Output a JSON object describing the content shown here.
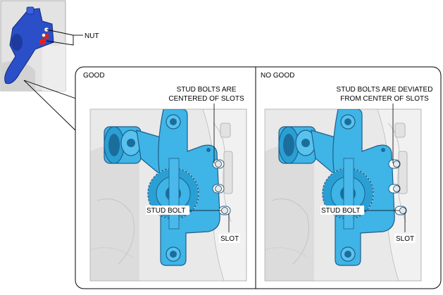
{
  "thumbnail": {
    "callout": "NUT"
  },
  "good_panel": {
    "heading": "GOOD",
    "note_line1": "STUD BOLTS ARE",
    "note_line2": "CENTERED OF SLOTS",
    "stud_bolt_label": "STUD BOLT",
    "slot_label": "SLOT"
  },
  "nogood_panel": {
    "heading": "NO GOOD",
    "note_line1": "STUD BOLTS ARE DEVIATED",
    "note_line2": "FROM CENTER OF SLOTS",
    "stud_bolt_label": "STUD BOLT",
    "slot_label": "SLOT"
  },
  "colors": {
    "part_blue": "#3fb4e6",
    "part_dark": "#1f5f8a",
    "thumb_blue": "#2a4fc8",
    "nut_red": "#e02020",
    "background_gray": "#e6e6e6",
    "outline": "#000000"
  }
}
